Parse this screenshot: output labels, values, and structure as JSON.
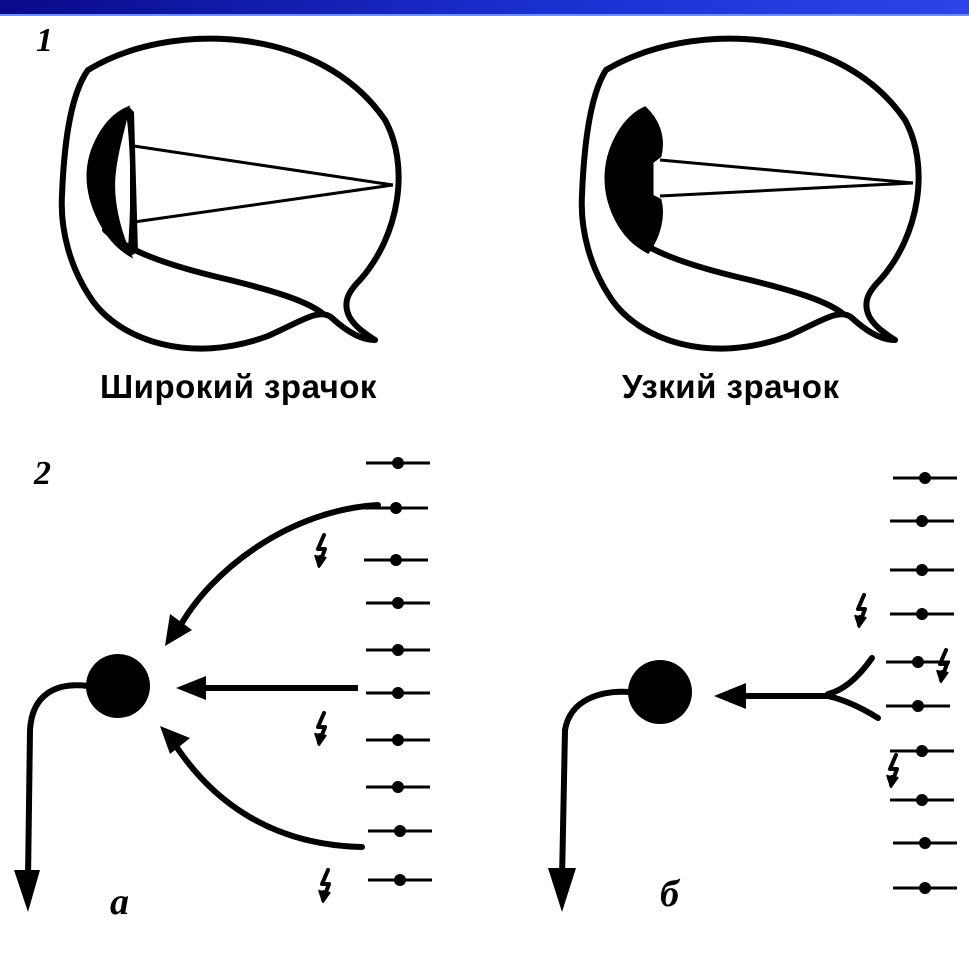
{
  "header": {
    "accent_color": "#1a2fd0"
  },
  "part1": {
    "number": "1",
    "wide_caption": "Широкий зрачок",
    "narrow_caption": "Узкий зрачок"
  },
  "part2": {
    "number": "2",
    "panel_a_label": "а",
    "panel_b_label": "б"
  },
  "icons": [
    "eye-wide-pupil-diagram",
    "eye-narrow-pupil-diagram",
    "neuron-convergence-diagram",
    "neuron-lateral-inhibition-diagram",
    "lightning-icon"
  ]
}
